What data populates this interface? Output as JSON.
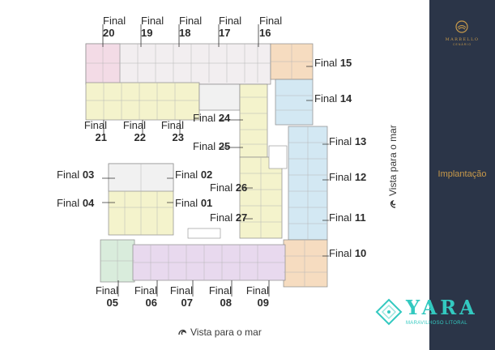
{
  "units": [
    {
      "word": "Final",
      "num": "20"
    },
    {
      "word": "Final",
      "num": "19"
    },
    {
      "word": "Final",
      "num": "18"
    },
    {
      "word": "Final",
      "num": "17"
    },
    {
      "word": "Final",
      "num": "16"
    },
    {
      "word": "Final",
      "num": "15"
    },
    {
      "word": "Final",
      "num": "14"
    },
    {
      "word": "Final",
      "num": "13"
    },
    {
      "word": "Final",
      "num": "12"
    },
    {
      "word": "Final",
      "num": "11"
    },
    {
      "word": "Final",
      "num": "10"
    },
    {
      "word": "Final",
      "num": "21"
    },
    {
      "word": "Final",
      "num": "22"
    },
    {
      "word": "Final",
      "num": "23"
    },
    {
      "word": "Final",
      "num": "24"
    },
    {
      "word": "Final",
      "num": "25"
    },
    {
      "word": "Final",
      "num": "26"
    },
    {
      "word": "Final",
      "num": "27"
    },
    {
      "word": "Final",
      "num": "03"
    },
    {
      "word": "Final",
      "num": "02"
    },
    {
      "word": "Final",
      "num": "04"
    },
    {
      "word": "Final",
      "num": "01"
    },
    {
      "word": "Final",
      "num": "05"
    },
    {
      "word": "Final",
      "num": "06"
    },
    {
      "word": "Final",
      "num": "07"
    },
    {
      "word": "Final",
      "num": "08"
    },
    {
      "word": "Final",
      "num": "09"
    }
  ],
  "sea_label": "Vista para o mar",
  "sidebar": {
    "brand": "MARBELLO",
    "brand_sub": "CENÁRIO",
    "title": "Implantação"
  },
  "yara": {
    "word": "YARA",
    "sub": "MARAVILHOSO LITORAL"
  },
  "colors": {
    "pink": "#f3dbe6",
    "yellow": "#f4f3cc",
    "peach": "#f6dcc0",
    "blue": "#d3e8f3",
    "green": "#d9ecdc",
    "lilac": "#e8d9ee",
    "sidebar": "#2b3548",
    "gold": "#c99a4a",
    "teal": "#33c9c0"
  }
}
